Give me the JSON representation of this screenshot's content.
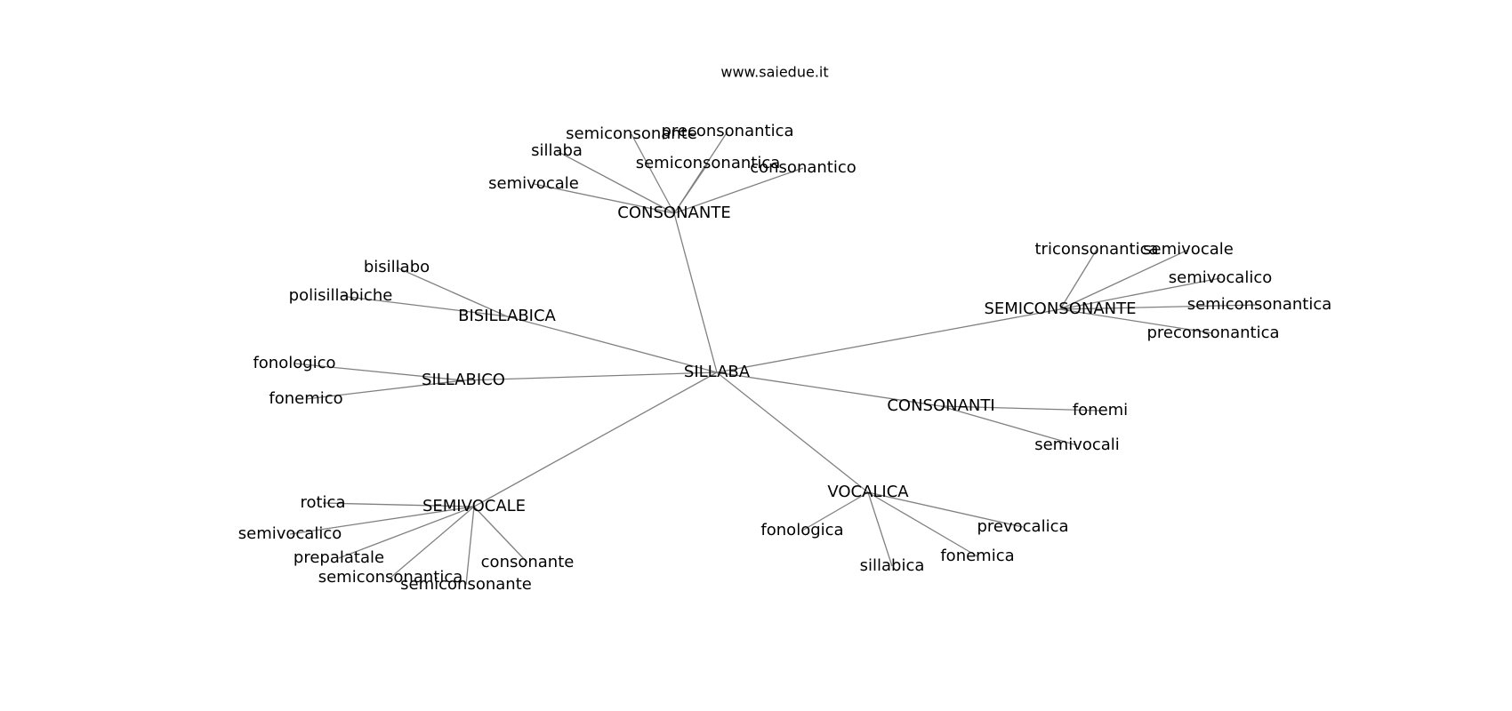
{
  "watermark": "www.saiedue.it",
  "graph": {
    "center": "SILLABA",
    "groups": [
      {
        "hub": "CONSONANTE",
        "leaves": [
          "semiconsonante",
          "preconsonantica",
          "sillaba",
          "semiconsonantica",
          "consonantico",
          "semivocale"
        ]
      },
      {
        "hub": "BISILLABICA",
        "leaves": [
          "bisillabo",
          "polisillabiche"
        ]
      },
      {
        "hub": "SILLABICO",
        "leaves": [
          "fonologico",
          "fonemico"
        ]
      },
      {
        "hub": "SEMIVOCALE",
        "leaves": [
          "rotica",
          "semivocalico",
          "prepalatale",
          "consonante",
          "semiconsonantica",
          "semiconsonante"
        ]
      },
      {
        "hub": "VOCALICA",
        "leaves": [
          "fonologica",
          "prevocalica",
          "fonemica",
          "sillabica"
        ]
      },
      {
        "hub": "CONSONANTI",
        "leaves": [
          "fonemi",
          "semivocali"
        ]
      },
      {
        "hub": "SEMICONSONANTE",
        "leaves": [
          "triconsonantica",
          "semivocale",
          "semivocalico",
          "semiconsonantica",
          "preconsonantica"
        ]
      }
    ]
  }
}
